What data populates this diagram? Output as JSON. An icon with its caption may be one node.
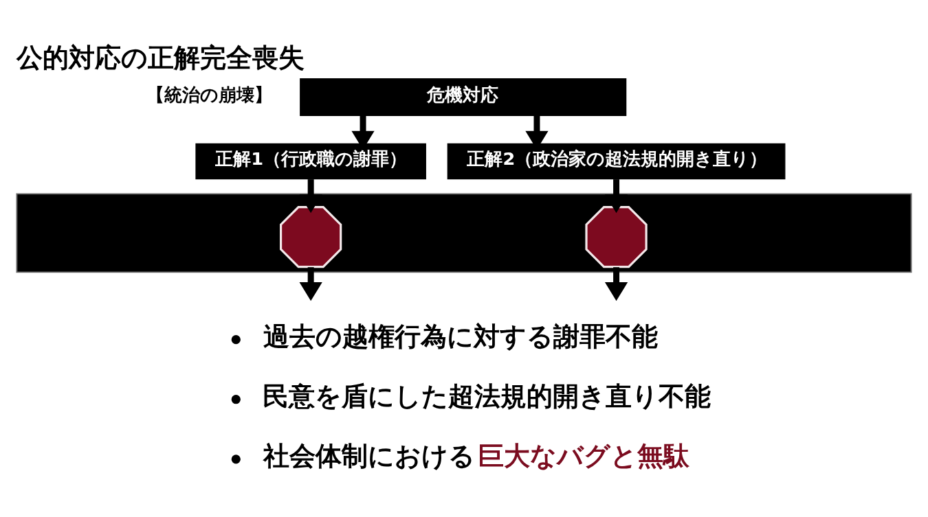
{
  "diagram": {
    "title": "公的対応の正解完全喪失",
    "nodes": [
      {
        "text": [
          "危機対応"
        ]
      },
      {
        "text": [
          "正解1（行政職の謝罪）"
        ]
      },
      {
        "text": [
          "正解2（政治家の超法規的開き直り）"
        ]
      },
      {
        "text": [],
        "shape": "bar"
      },
      {
        "text": [],
        "shape": "octagon",
        "in": 3
      },
      {
        "text": [],
        "shape": "octagon",
        "in": 3
      }
    ],
    "edges": [
      {
        "from": 0,
        "to": 1,
        "arrow": "to"
      },
      {
        "from": 0,
        "to": 2,
        "arrow": "to"
      },
      {
        "from": 1,
        "to": 4,
        "arrow": "to"
      },
      {
        "from": 2,
        "to": 5,
        "arrow": "to"
      },
      {
        "from": 4,
        "to": null,
        "arrow": "to"
      },
      {
        "from": 5,
        "to": null,
        "arrow": "to"
      }
    ],
    "labels": [
      "【統治の崩壊】",
      "過去の越権行為に対する謝罪不能",
      "民意を盾にした超法規的開き直り不能",
      "社会体制における",
      "巨大なバグと無駄"
    ]
  }
}
